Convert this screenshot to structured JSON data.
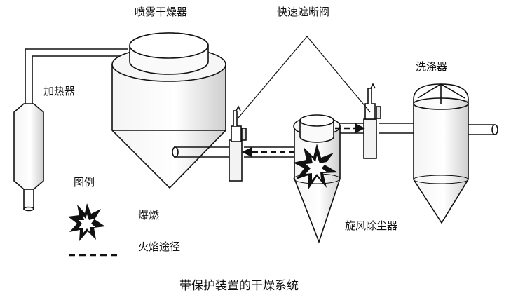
{
  "labels": {
    "spray_dryer": "喷雾干燥器",
    "fast_valve": "快速遮断阀",
    "heater": "加热器",
    "scrubber": "洗涤器",
    "cyclone": "旋风除尘器"
  },
  "legend": {
    "title": "图例",
    "explosion": "爆燃",
    "flame_path": "火焰途径"
  },
  "caption": "带保护装置的干燥系统",
  "colors": {
    "line": "#111111",
    "fill": "#ffffff",
    "shade": "#dddddd"
  }
}
